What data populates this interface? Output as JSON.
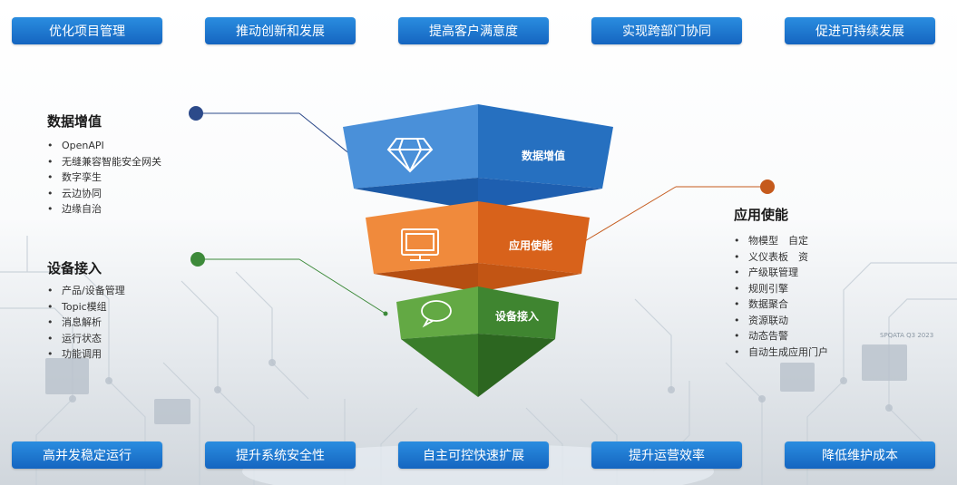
{
  "top_buttons": [
    "优化项目管理",
    "推动创新和发展",
    "提高客户满意度",
    "实现跨部门协同",
    "促进可持续发展"
  ],
  "bottom_buttons": [
    "高并发稳定运行",
    "提升系统安全性",
    "自主可控快速扩展",
    "提升运营效率",
    "降低维护成本"
  ],
  "sections": {
    "data_value": {
      "title": "数据增值",
      "items": [
        "OpenAPI",
        "无缝兼容智能安全网关",
        "数字孪生",
        "云边协同",
        "边缘自治"
      ],
      "dot_color": "#2c4a8a"
    },
    "device_access": {
      "title": "设备接入",
      "items": [
        "产品/设备管理",
        "Topic模组",
        "消息解析",
        "运行状态",
        "功能调用"
      ],
      "dot_color": "#3d8a3a"
    },
    "app_enable": {
      "title": "应用使能",
      "items": [
        "物模型　自定",
        "义仪表板　资",
        "产级联管理",
        "规则引擎",
        "数据聚合",
        "资源联动",
        "动态告警",
        "自动生成应用门户"
      ],
      "dot_color": "#c55a1c"
    }
  },
  "layers": {
    "top": {
      "label": "数据增值",
      "icon": "diamond-icon",
      "color": "#2f7fcf"
    },
    "middle": {
      "label": "应用使能",
      "icon": "monitor-icon",
      "color": "#e5782d"
    },
    "bottom": {
      "label": "设备接入",
      "icon": "chat-bubble-icon",
      "color": "#4e9a3a"
    }
  },
  "watermark": "SPQATA Q3 2023"
}
